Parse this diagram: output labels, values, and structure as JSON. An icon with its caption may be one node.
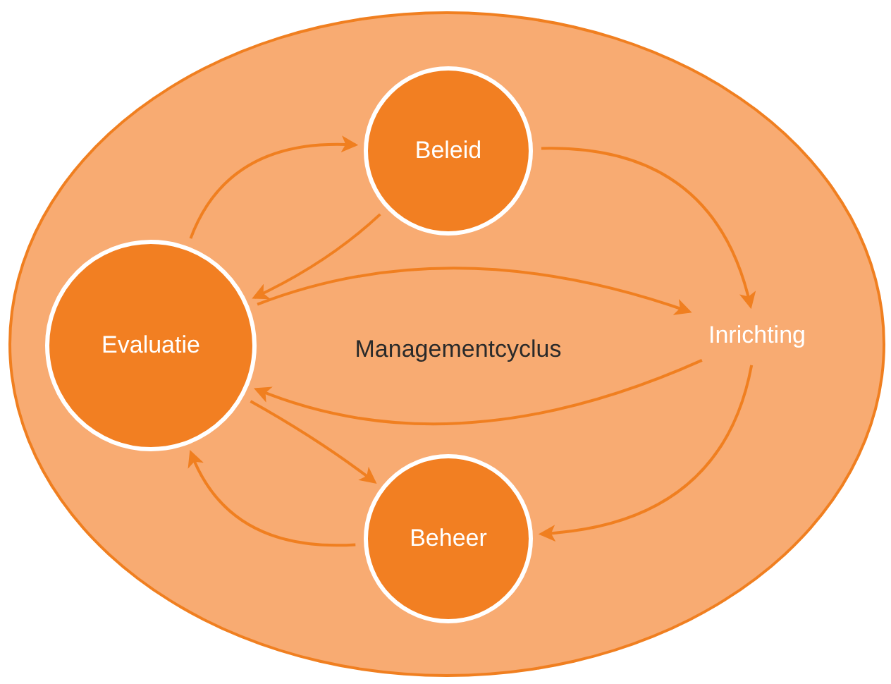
{
  "diagram": {
    "nodes": [
      {
        "text": [
          "Managementcyclus"
        ]
      },
      {
        "text": [
          "Beleid"
        ],
        "in": 0
      },
      {
        "text": [
          "Inrichting"
        ],
        "in": 0
      },
      {
        "text": [
          "Beheer"
        ],
        "in": 0
      },
      {
        "text": [
          "Evaluatie"
        ],
        "in": 0
      }
    ],
    "edges": [
      {
        "from": 4,
        "to": 1,
        "arrow": "to"
      },
      {
        "from": 1,
        "to": 4,
        "arrow": "to"
      },
      {
        "from": 1,
        "to": 2,
        "arrow": "to"
      },
      {
        "from": 2,
        "to": 3,
        "arrow": "to"
      },
      {
        "from": 3,
        "to": 4,
        "arrow": "to"
      },
      {
        "from": 4,
        "to": 3,
        "arrow": "to"
      },
      {
        "from": 4,
        "to": 2,
        "arrow": "to"
      },
      {
        "from": 2,
        "to": 4,
        "arrow": "to"
      }
    ]
  }
}
